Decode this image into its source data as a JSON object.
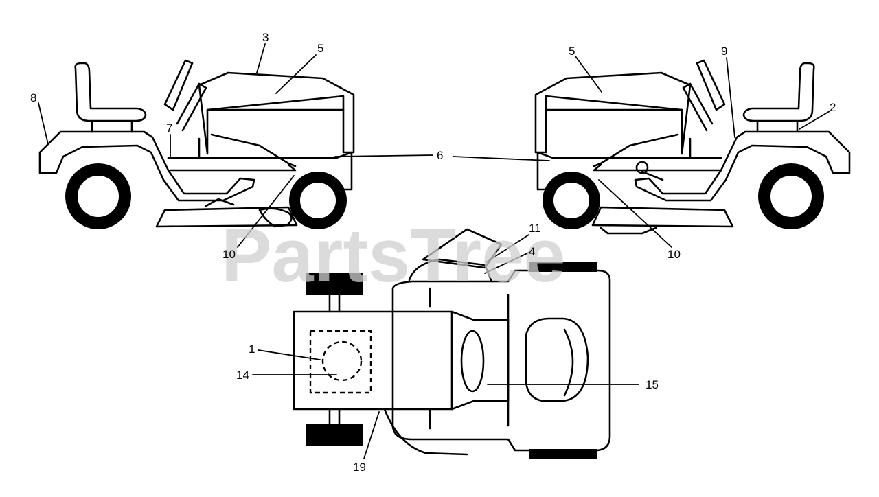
{
  "watermark": "PartsTree",
  "callouts": {
    "c1": "1",
    "c2": "2",
    "c3": "3",
    "c4": "4",
    "c5a": "5",
    "c5b": "5",
    "c6": "6",
    "c7": "7",
    "c8": "8",
    "c9": "9",
    "c10a": "10",
    "c10b": "10",
    "c11": "11",
    "c14": "14",
    "c15": "15",
    "c19": "19"
  }
}
